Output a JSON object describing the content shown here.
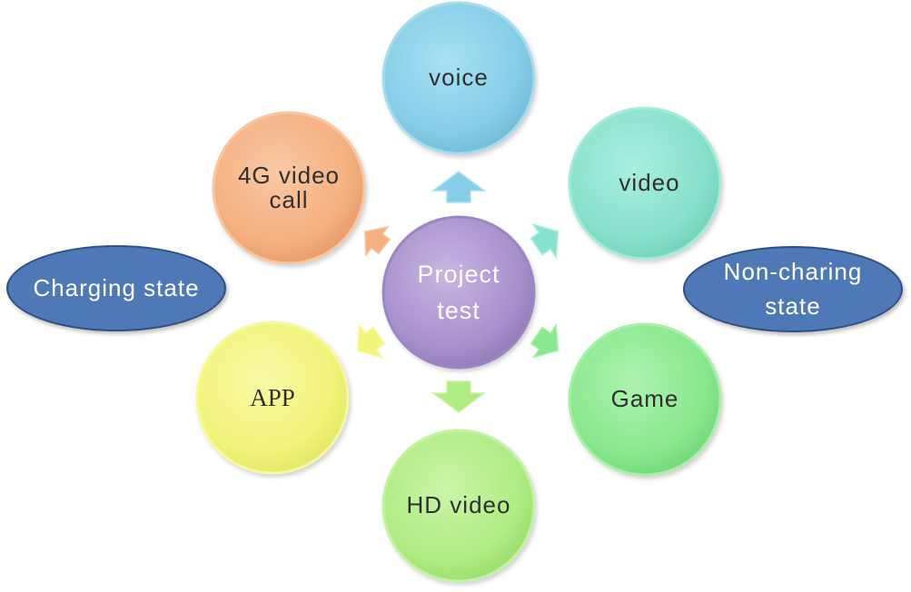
{
  "diagram": {
    "center": {
      "label": "Project\ntest"
    },
    "nodes": [
      {
        "id": "voice",
        "label": "voice",
        "color": "#8ad0e8"
      },
      {
        "id": "video",
        "label": "video",
        "color": "#8de3cf"
      },
      {
        "id": "game",
        "label": "Game",
        "color": "#8ee892"
      },
      {
        "id": "hd-video",
        "label": "HD video",
        "color": "#b3ee87"
      },
      {
        "id": "app",
        "label": "APP",
        "color": "#f3f57e"
      },
      {
        "id": "4g-video-call",
        "label": "4G video\ncall",
        "color": "#f6b383"
      }
    ],
    "states": [
      {
        "id": "charging",
        "label": "Charging state"
      },
      {
        "id": "non-charging",
        "label": "Non-charing\nstate"
      }
    ],
    "colors": {
      "center": "#ab96cd",
      "state_fill": "#4e79b6",
      "state_border": "#2f4f82"
    }
  }
}
